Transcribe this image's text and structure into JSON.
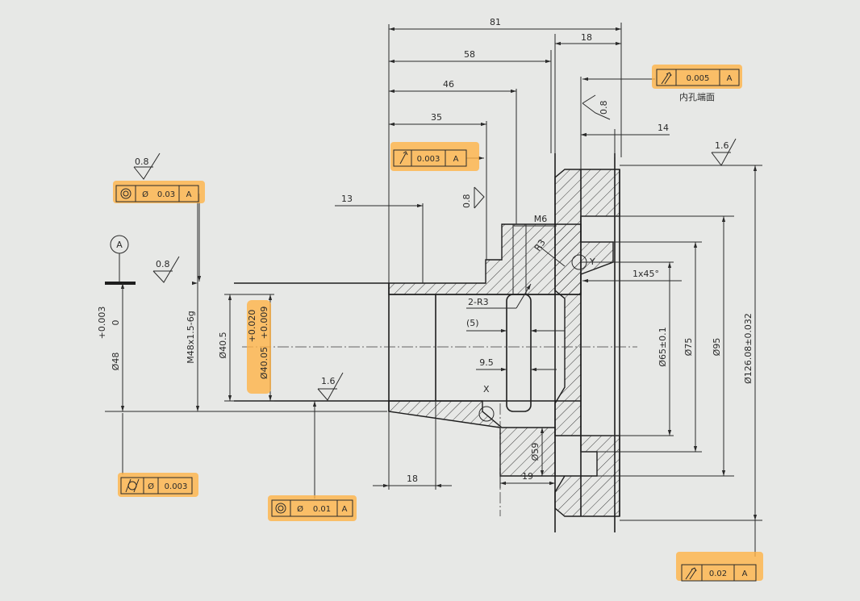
{
  "colors": {
    "paper": "#e7e8e6",
    "ink": "#2a2a2a",
    "highlight": "#ffb347"
  },
  "dimensions": {
    "d81": "81",
    "d18_top": "18",
    "d58": "58",
    "d46": "46",
    "d35": "35",
    "d14": "14",
    "d13": "13",
    "m6": "M6",
    "r3": "R3",
    "chamfer": "1x45°",
    "two_r3": "2-R3",
    "paren5": "(5)",
    "d9_5": "9.5",
    "d18_bottom": "18",
    "d19": "19",
    "phi59": "Ø59",
    "phi48": "Ø48",
    "phi48_tol_upper": "+0.003",
    "phi48_tol_lower": "0",
    "thread": "M48x1.5-6g",
    "phi40_5": "Ø40.5",
    "phi40_05": "Ø40.05",
    "phi40_tol_upper": "+0.020",
    "phi40_tol_lower": "+0.009",
    "phi65": "Ø65±0.1",
    "phi75": "Ø75",
    "phi95": "Ø95",
    "phi126": "Ø126.08±0.032"
  },
  "roughness": {
    "r08": "0.8",
    "r16": "1.6"
  },
  "labels": {
    "datum": "A",
    "point_x": "X",
    "point_y": "Y",
    "inner_end_face": "内孔端面"
  },
  "frames": {
    "top_runout": {
      "value": "0.005",
      "datum": "A"
    },
    "mid_runout": {
      "value": "0.003",
      "datum": "A"
    },
    "left_concentricity": {
      "diam": "Ø",
      "value": "0.03",
      "datum": "A"
    },
    "cylindricity": {
      "diam": "Ø",
      "value": "0.003"
    },
    "bottom_concentricity": {
      "diam": "Ø",
      "value": "0.01",
      "datum": "A"
    },
    "bottom_runout": {
      "value": "0.02",
      "datum": "A"
    }
  }
}
